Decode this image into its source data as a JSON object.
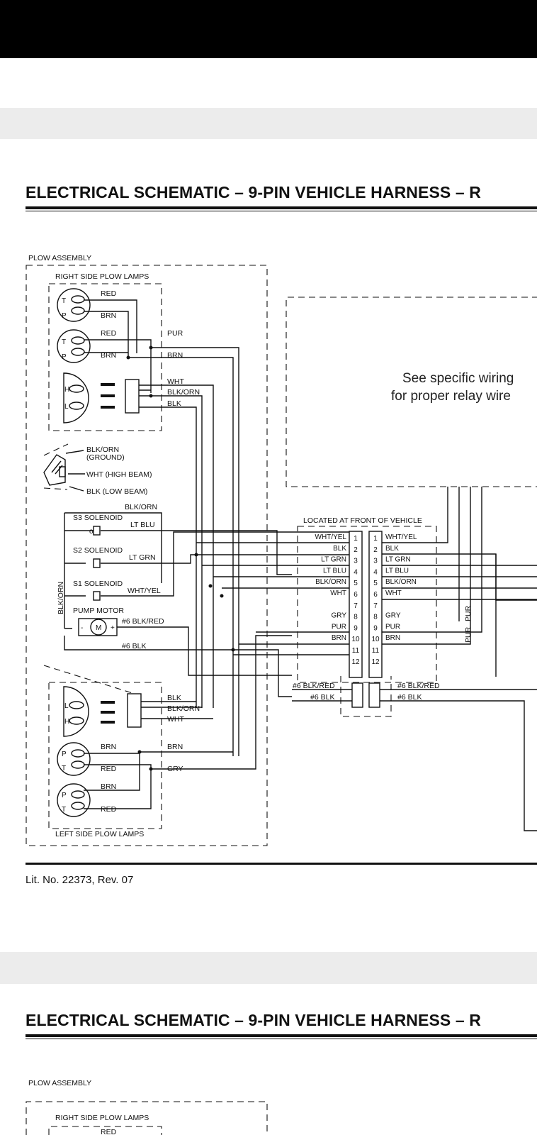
{
  "page1": {
    "title": "ELECTRICAL SCHEMATIC – 9-PIN VEHICLE HARNESS – R",
    "footer": "Lit. No. 22373, Rev. 07"
  },
  "page2": {
    "title": "ELECTRICAL SCHEMATIC – 9-PIN VEHICLE HARNESS – R",
    "plow_assembly": "PLOW ASSEMBLY",
    "right_lamps": "RIGHT SIDE PLOW LAMPS",
    "wire_red": "RED"
  },
  "diagram": {
    "plow_assembly": "PLOW ASSEMBLY",
    "right_lamps": "RIGHT SIDE PLOW LAMPS",
    "left_lamps": "LEFT SIDE PLOW LAMPS",
    "note_line1": "See specific wiring",
    "note_line2": "for proper relay wire",
    "connector_location": "LOCATED AT FRONT OF VEHICLE",
    "headlamp_plug": {
      "ground": "BLK/ORN",
      "ground_note": "(GROUND)",
      "high": "WHT (HIGH BEAM)",
      "low": "BLK (LOW BEAM)"
    },
    "lamp_letters": {
      "t": "T",
      "p": "P",
      "h": "H",
      "l": "L"
    },
    "wires": {
      "red": "RED",
      "brn": "BRN",
      "pur": "PUR",
      "wht": "WHT",
      "blk_orn": "BLK/ORN",
      "blk": "BLK",
      "gry": "GRY",
      "lt_blu": "LT BLU",
      "lt_grn": "LT GRN",
      "wht_yel": "WHT/YEL",
      "blk6_red": "#6 BLK/RED",
      "blk6": "#6 BLK"
    },
    "solenoids": {
      "s3": "S3 SOLENOID",
      "s2": "S2 SOLENOID",
      "s1": "S1 SOLENOID"
    },
    "pump_motor": "PUMP MOTOR",
    "motor": {
      "m": "M",
      "minus": "-",
      "plus": "+"
    },
    "connector_left_labels": [
      "WHT/YEL",
      "BLK",
      "LT GRN",
      "LT BLU",
      "BLK/ORN",
      "WHT",
      "",
      "GRY",
      "PUR",
      "BRN",
      "",
      ""
    ],
    "connector_right_labels": [
      "WHT/YEL",
      "BLK",
      "LT GRN",
      "LT BLU",
      "BLK/ORN",
      "WHT",
      "",
      "GRY",
      "PUR",
      "BRN",
      "",
      ""
    ],
    "pin_numbers": [
      "1",
      "2",
      "3",
      "4",
      "5",
      "6",
      "7",
      "8",
      "9",
      "10",
      "11",
      "12"
    ],
    "pin_numbers_left": [
      "1",
      "2",
      "3",
      "4",
      "5",
      "6",
      "7",
      "8",
      "9",
      "10",
      "11",
      "12"
    ],
    "pin_numbers_right": [
      "1",
      "2",
      "3",
      "4",
      "5",
      "6",
      "7",
      "8",
      "9",
      "10",
      "11",
      "12"
    ],
    "power_left": [
      "#6 BLK/RED",
      "#6 BLK"
    ],
    "power_right": [
      "#6 BLK/RED",
      "#6 BLK"
    ],
    "pur_vertical": "PUR",
    "pur_vertical2": "PUR"
  }
}
